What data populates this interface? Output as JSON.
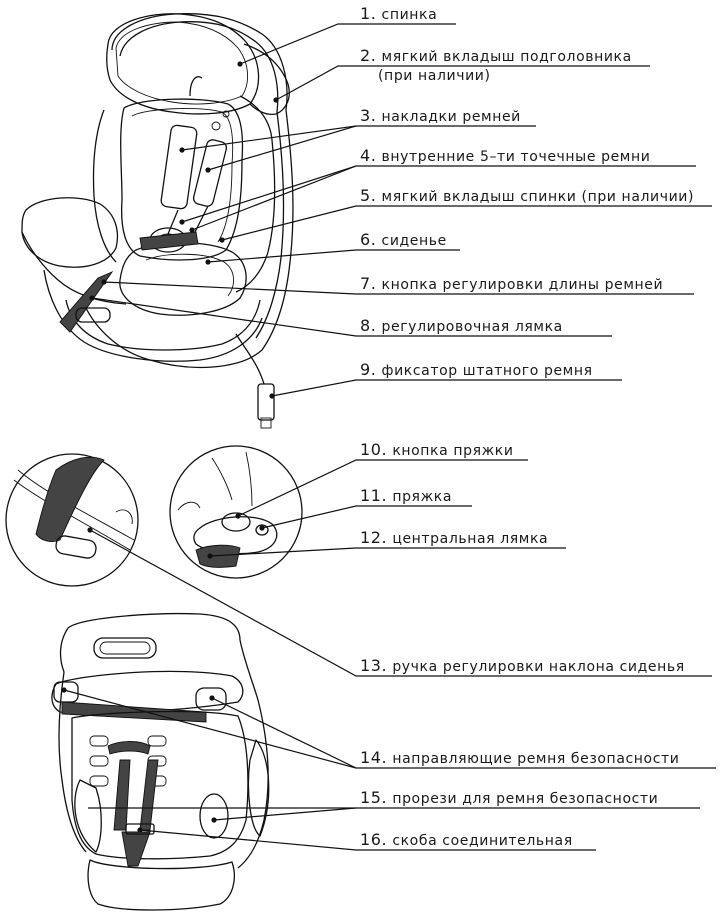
{
  "labels": [
    {
      "number": "1.",
      "text": "спинка"
    },
    {
      "number": "2.",
      "text": "мягкий вкладыш подголовника"
    },
    {
      "number": "",
      "text": "(при наличии)"
    },
    {
      "number": "3.",
      "text": "накладки ремней"
    },
    {
      "number": "4.",
      "text": "внутренние 5–ти точечные ремни"
    },
    {
      "number": "5.",
      "text": "мягкий вкладыш спинки (при наличии)"
    },
    {
      "number": "6.",
      "text": "сиденье"
    },
    {
      "number": "7.",
      "text": "кнопка регулировки длины ремней"
    },
    {
      "number": "8.",
      "text": "регулировочная лямка"
    },
    {
      "number": "9.",
      "text": "фиксатор штатного ремня"
    },
    {
      "number": "10.",
      "text": "кнопка пряжки"
    },
    {
      "number": "11.",
      "text": "пряжка"
    },
    {
      "number": "12.",
      "text": "центральная лямка"
    },
    {
      "number": "13.",
      "text": "ручка регулировки наклона сиденья"
    },
    {
      "number": "14.",
      "text": "направляющие ремня безопасности"
    },
    {
      "number": "15.",
      "text": "прорези для ремня безопасности"
    },
    {
      "number": "16.",
      "text": "скоба соединительная"
    }
  ]
}
